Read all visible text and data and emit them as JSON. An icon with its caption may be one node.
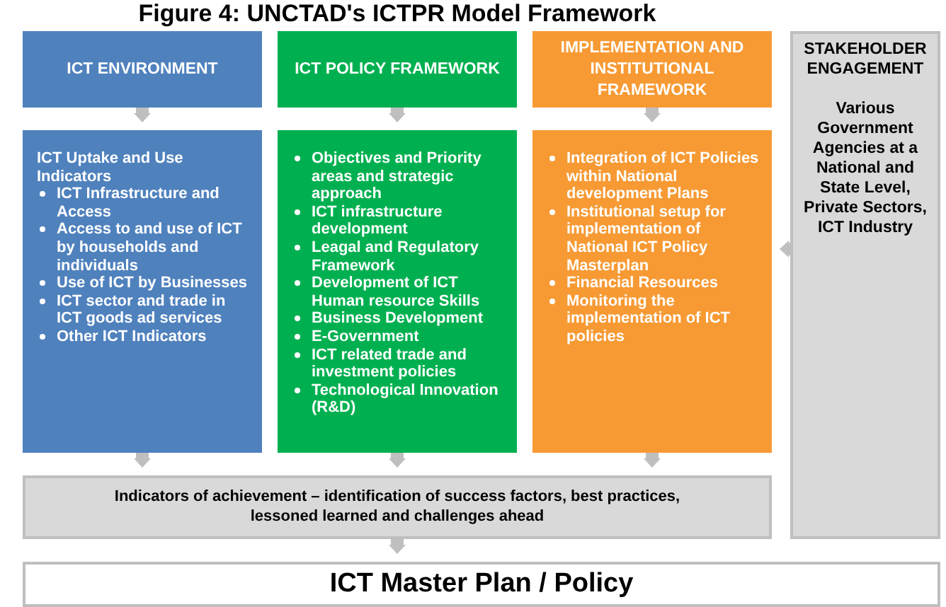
{
  "diagram": {
    "title": "Figure 4: UNCTAD's ICTPR Model Framework",
    "nodes": [
      {
        "text": [
          "ICT ENVIRONMENT"
        ]
      },
      {
        "text": [
          "ICT POLICY FRAMEWORK"
        ]
      },
      {
        "text": [
          "IMPLEMENTATION AND INSTITUTIONAL FRAMEWORK"
        ]
      },
      {
        "text": [
          "STAKEHOLDER ENGAGEMENT",
          "Various Government Agencies at a National and State Level, Private Sectors, ICT Industry"
        ]
      },
      {
        "text": [
          "ICT Uptake and Use Indicators",
          "ICT Infrastructure and Access",
          "Access to and use of ICT by households and individuals",
          "Use of ICT by Businesses",
          "ICT sector and trade in ICT goods ad services",
          "Other ICT Indicators"
        ]
      },
      {
        "text": [
          "Objectives and Priority areas and strategic approach",
          "ICT infrastructure development",
          "Leagal and Regulatory Framework",
          "Development of ICT Human resource Skills",
          "Business Development",
          "E-Government",
          "ICT related trade and investment policies",
          "Technological Innovation (R&D)"
        ]
      },
      {
        "text": [
          "Integration of ICT Policies within National development Plans",
          "Institutional setup for implementation of National ICT Policy Masterplan",
          "Financial Resources",
          "Monitoring the implementation of ICT policies"
        ]
      },
      {
        "text": [
          "Indicators of achievement – identification of success factors, best practices, lessoned learned and challenges ahead"
        ]
      },
      {
        "text": [
          "ICT Master Plan / Policy"
        ]
      }
    ],
    "edges": [
      {
        "from": 0,
        "to": 4,
        "arrow": "to"
      },
      {
        "from": 1,
        "to": 5,
        "arrow": "to"
      },
      {
        "from": 2,
        "to": 6,
        "arrow": "to"
      },
      {
        "from": 3,
        "to": 6,
        "arrow": "to"
      },
      {
        "from": 4,
        "to": 7,
        "arrow": "to"
      },
      {
        "from": 5,
        "to": 7,
        "arrow": "to"
      },
      {
        "from": 6,
        "to": 7,
        "arrow": "to"
      },
      {
        "from": 7,
        "to": 8,
        "arrow": "to"
      }
    ]
  }
}
